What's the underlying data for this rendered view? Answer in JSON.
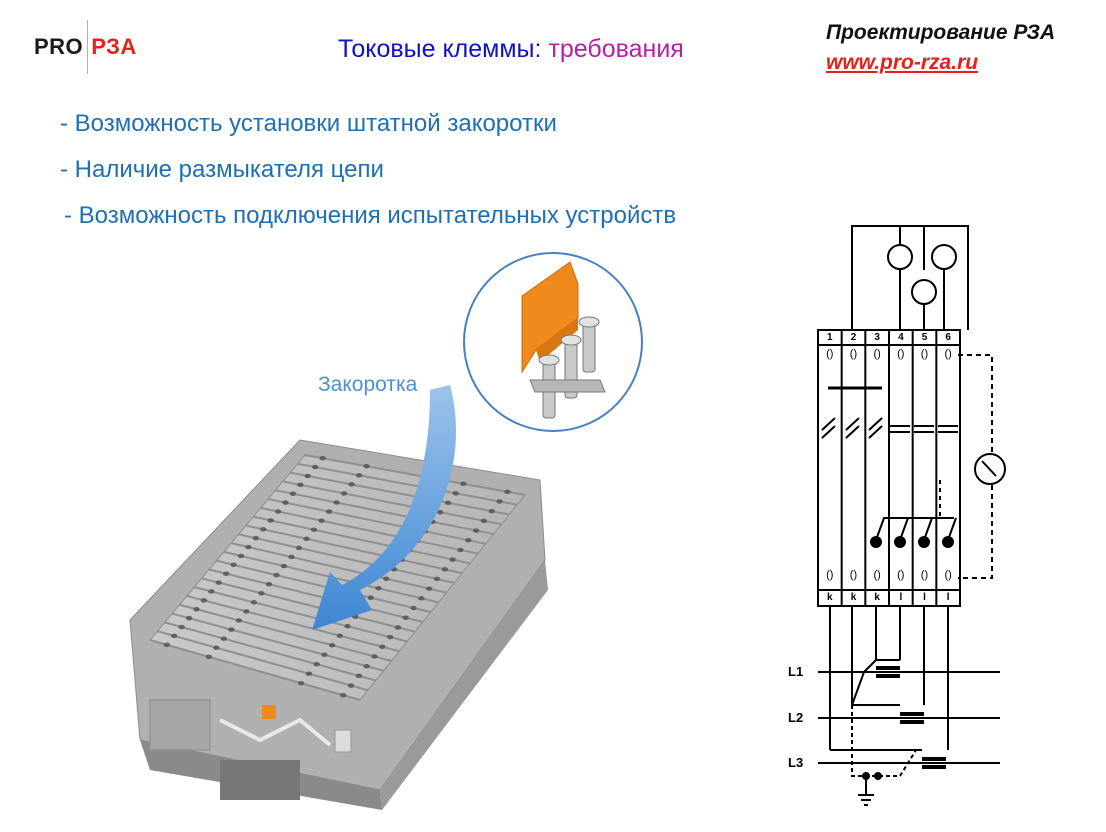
{
  "header": {
    "logo_pro": "PRO",
    "logo_rza": "РЗА",
    "title_part1": "Токовые клеммы:",
    "title_part2": "требования",
    "brand_name": "Проектирование РЗА",
    "brand_url": "www.pro-rza.ru"
  },
  "bullets": [
    "- Возможность установки штатной закоротки",
    "- Наличие размыкателя цепи",
    "- Возможность подключения испытательных устройств"
  ],
  "illustration": {
    "callout_label": "Закоротка"
  },
  "diagram": {
    "terminal_numbers": [
      "1",
      "2",
      "3",
      "4",
      "5",
      "6"
    ],
    "terminal_letters": [
      "k",
      "k",
      "k",
      "l",
      "l",
      "l"
    ],
    "phases": [
      "L1",
      "L2",
      "L3"
    ]
  },
  "colors": {
    "title_blue": "#1010c8",
    "title_magenta": "#b81fa6",
    "bullet_blue": "#1e6fb5",
    "brand_red": "#e3231b",
    "shorting_orange": "#f08a1c"
  }
}
